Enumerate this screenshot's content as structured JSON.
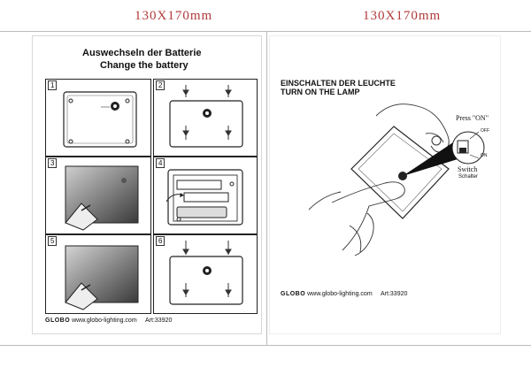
{
  "dimensions": {
    "left": "130X170mm",
    "right": "130X170mm"
  },
  "left_page": {
    "title_de": "Auswechseln der Batterie",
    "title_en": "Change the battery",
    "steps": [
      {
        "n": "1"
      },
      {
        "n": "2"
      },
      {
        "n": "3"
      },
      {
        "n": "4"
      },
      {
        "n": "5"
      },
      {
        "n": "6"
      }
    ],
    "footer": {
      "logo": "GLOBO",
      "url": "www.globo-lighting.com",
      "art": "Art:33920"
    }
  },
  "right_page": {
    "title_de": "EINSCHALTEN  DER LEUCHTE",
    "title_en": "TURN ON THE LAMP",
    "press": "Press \"ON\"",
    "off": "OFF",
    "on": "ON",
    "switch_en": "Switch",
    "switch_de": "Schalter",
    "footer": {
      "logo": "GLOBO",
      "url": "www.globo-lighting.com",
      "art": "Art:33920"
    }
  }
}
